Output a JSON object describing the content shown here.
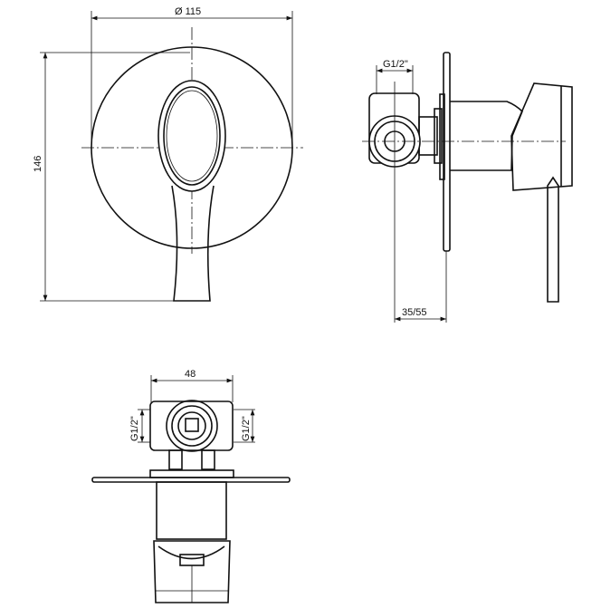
{
  "drawing": {
    "front_view": {
      "diameter_label": "Ø 115",
      "height_label": "146"
    },
    "side_view": {
      "thread_label": "G1/2\"",
      "depth_label": "35/55"
    },
    "bottom_view": {
      "width_label": "48",
      "left_thread_label": "G1/2\"",
      "right_thread_label": "G1/2\""
    }
  }
}
